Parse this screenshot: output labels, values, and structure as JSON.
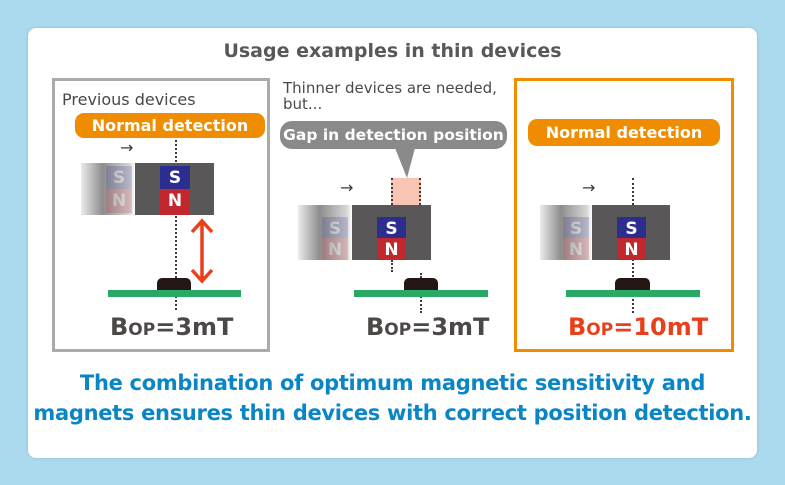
{
  "title": "Usage examples in thin devices",
  "panels": [
    {
      "caption": "Previous devices",
      "label": "Normal detection",
      "bop_prefix": "B",
      "bop_sub": "OP",
      "bop_value": "=3mT"
    },
    {
      "caption_line1": "Thinner devices are needed,",
      "caption_line2": "but...",
      "label": "Gap in detection position",
      "bop_prefix": "B",
      "bop_sub": "OP",
      "bop_value": "=3mT"
    },
    {
      "label": "Normal detection",
      "bop_prefix": "B",
      "bop_sub": "OP",
      "bop_value": "=10mT"
    }
  ],
  "magnet": {
    "south": "S",
    "north": "N"
  },
  "arrow": "→",
  "conclusion_line1": "The combination of optimum magnetic sensitivity and",
  "conclusion_line2": "magnets ensures thin devices with correct position detection.",
  "colors": {
    "orange": "#f08c00",
    "blue_text": "#0a86c6",
    "red_value": "#e8401c",
    "south": "#2b2e8f",
    "north": "#c1272d",
    "board": "#2aa866"
  }
}
